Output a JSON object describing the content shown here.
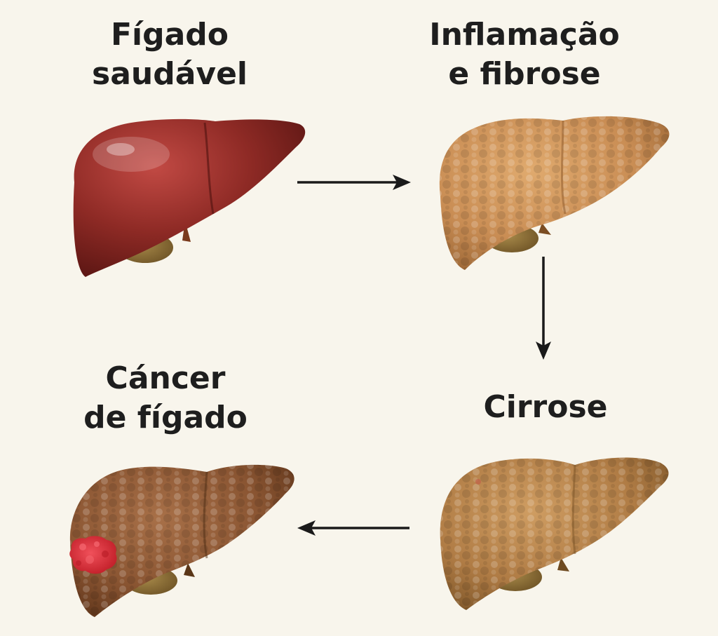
{
  "stages": {
    "healthy": {
      "line1": "Fígado",
      "line2": "saudável"
    },
    "inflammation": {
      "line1": "Inflamação",
      "line2": "e fibrose"
    },
    "cirrhosis": {
      "line1": "Cirrose"
    },
    "cancer": {
      "line1": "Cáncer",
      "line2": "de fígado"
    }
  },
  "colors": {
    "background": "#f8f5ec",
    "healthy_liver": "#8e2a25",
    "fibrotic_liver": "#cc9258",
    "cirrhotic_liver": "#b7864c",
    "cancer_liver": "#8d5a36",
    "tumor": "#d92f36",
    "arrow": "#1a1a1a"
  },
  "icons": {
    "healthy": "healthy-liver-icon",
    "inflammation": "fibrotic-liver-icon",
    "cirrhosis": "cirrhotic-liver-icon",
    "cancer": "cancerous-liver-icon"
  }
}
